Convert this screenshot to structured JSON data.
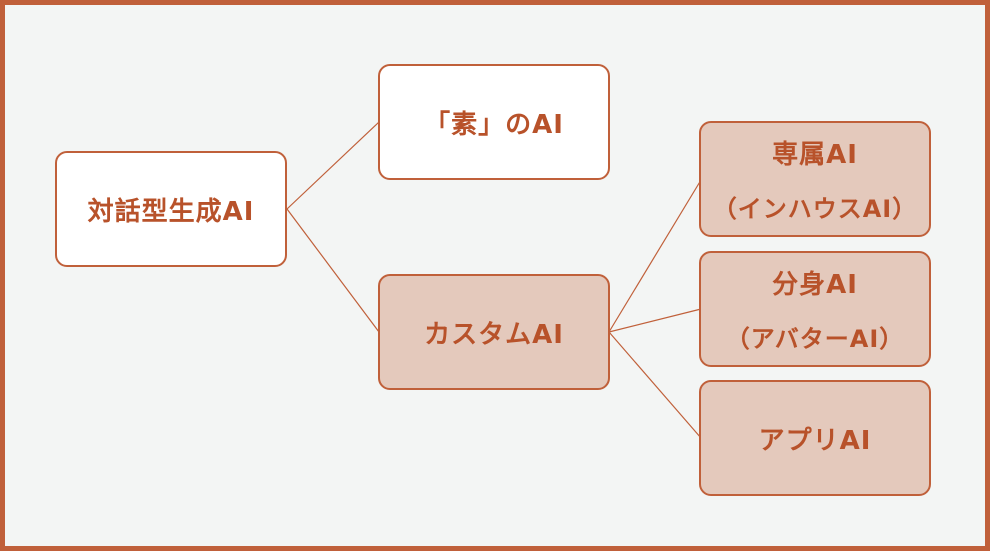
{
  "nodes": {
    "root": {
      "label": "対話型生成AI"
    },
    "base": {
      "label": "「素」のAI"
    },
    "custom": {
      "label": "カスタムAI"
    },
    "dedicated": {
      "label": "専属AI",
      "sub": "（インハウスAI）"
    },
    "bunshin": {
      "label": "分身AI",
      "sub": "（アバターAI）"
    },
    "app": {
      "label": "アプリAI"
    }
  },
  "colors": {
    "accent": "#c0603a",
    "text": "#b8522a",
    "tint_fill": "#e4c9bc",
    "white_fill": "#ffffff",
    "background": "#f3f5f4"
  }
}
